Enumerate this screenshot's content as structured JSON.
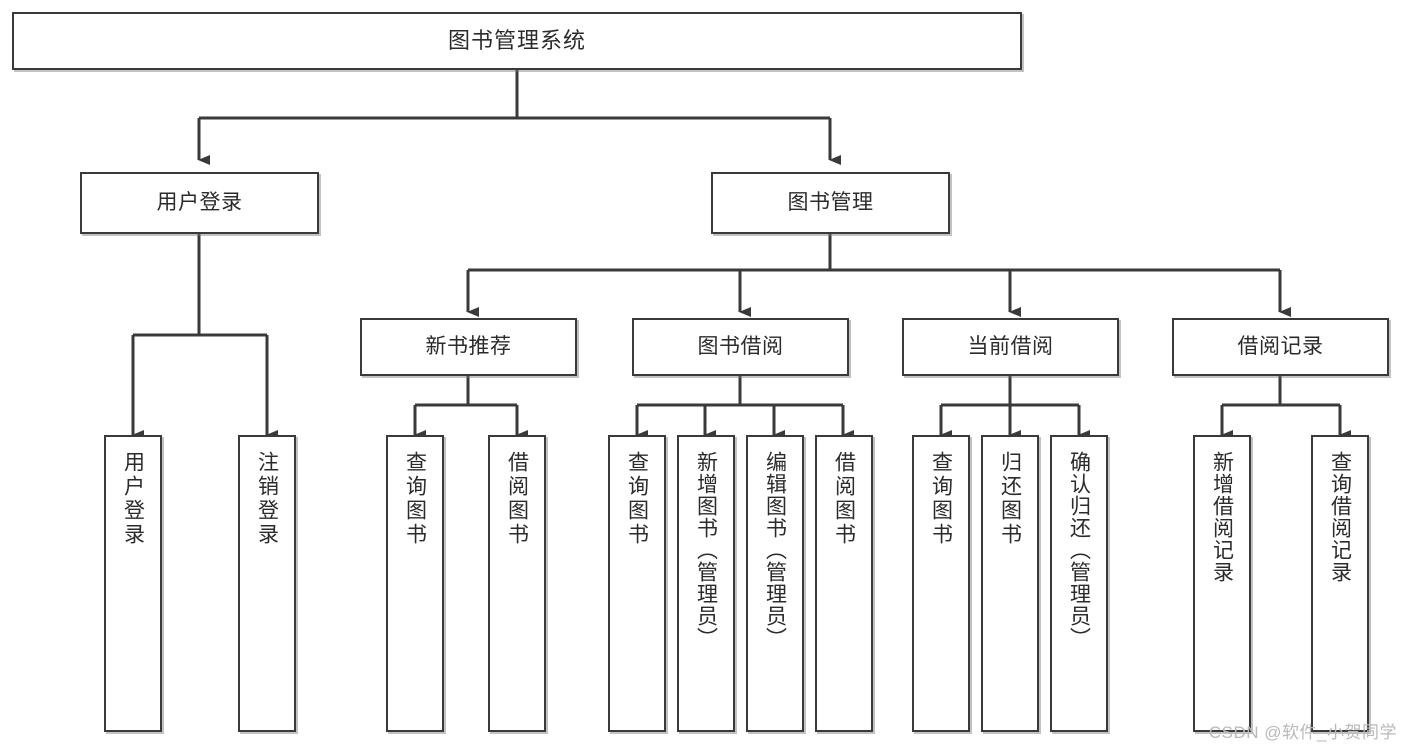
{
  "diagram": {
    "type": "tree-hierarchy-chart",
    "title": "图书管理系统",
    "watermark": "CSDN @软件_小贺同学",
    "colors": {
      "border": "#3a3a3a",
      "text": "#2b2b2b",
      "background": "#ffffff",
      "watermark": "#b9b9b9"
    },
    "nodes": {
      "root": {
        "label": "图书管理系统"
      },
      "level2": [
        {
          "id": "user-login",
          "label": "用户登录"
        },
        {
          "id": "book-manage",
          "label": "图书管理"
        }
      ],
      "level3": [
        {
          "id": "new-book-recommend",
          "label": "新书推荐"
        },
        {
          "id": "book-borrow",
          "label": "图书借阅"
        },
        {
          "id": "current-borrow",
          "label": "当前借阅"
        },
        {
          "id": "borrow-record",
          "label": "借阅记录"
        }
      ],
      "leaves": {
        "user-login": [
          {
            "id": "leaf-user-login",
            "label": "用户登录"
          },
          {
            "id": "leaf-logout-login",
            "label": "注销登录"
          }
        ],
        "new-book-recommend": [
          {
            "id": "leaf-query-book-1",
            "label": "查询图书"
          },
          {
            "id": "leaf-borrow-book-1",
            "label": "借阅图书"
          }
        ],
        "book-borrow": [
          {
            "id": "leaf-query-book-2",
            "label": "查询图书"
          },
          {
            "id": "leaf-add-book",
            "label": "新增图书（管理员）"
          },
          {
            "id": "leaf-edit-book",
            "label": "编辑图书（管理员）"
          },
          {
            "id": "leaf-borrow-book-2",
            "label": "借阅图书"
          }
        ],
        "current-borrow": [
          {
            "id": "leaf-query-book-3",
            "label": "查询图书"
          },
          {
            "id": "leaf-return-book",
            "label": "归还图书"
          },
          {
            "id": "leaf-confirm-return",
            "label": "确认归还（管理员）"
          }
        ],
        "borrow-record": [
          {
            "id": "leaf-add-record",
            "label": "新增借阅记录"
          },
          {
            "id": "leaf-query-record",
            "label": "查询借阅记录"
          }
        ]
      }
    }
  }
}
